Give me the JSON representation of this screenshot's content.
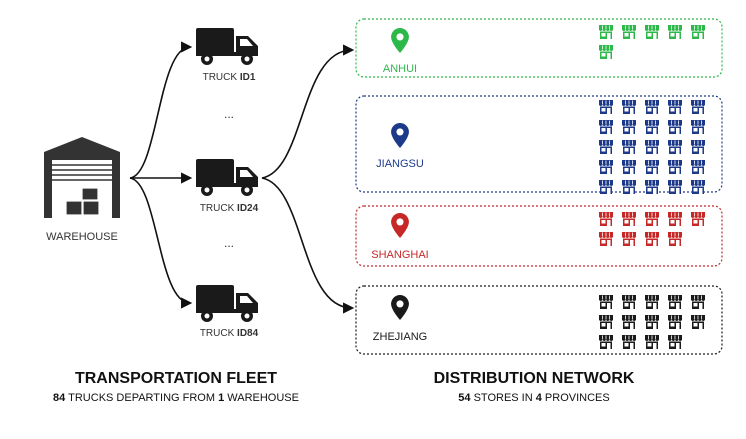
{
  "warehouse": {
    "label": "WAREHOUSE"
  },
  "trucks": [
    {
      "prefix": "TRUCK ",
      "id": "ID1"
    },
    {
      "prefix": "TRUCK ",
      "id": "ID24"
    },
    {
      "prefix": "TRUCK ",
      "id": "ID84"
    }
  ],
  "ellipsis": "...",
  "provinces": [
    {
      "name": "ANHUI",
      "stores": 6,
      "color": "#2db84a"
    },
    {
      "name": "JIANGSU",
      "stores": 25,
      "color": "#1d3a8a"
    },
    {
      "name": "SHANGHAI",
      "stores": 9,
      "color": "#c62828"
    },
    {
      "name": "ZHEJIANG",
      "stores": 14,
      "color": "#1a1a1a"
    }
  ],
  "left_caption": {
    "title": "TRANSPORTATION FLEET",
    "sub_count": "84",
    "sub_mid": " TRUCKS DEPARTING FROM ",
    "sub_count2": "1",
    "sub_end": " WAREHOUSE"
  },
  "right_caption": {
    "title": "DISTRIBUTION NETWORK",
    "sub_count": "54",
    "sub_mid": " STORES IN ",
    "sub_count2": "4",
    "sub_end": " PROVINCES"
  },
  "colors": {
    "line": "#111111",
    "icon": "#1a1a1a",
    "warehouse": "#333333"
  }
}
